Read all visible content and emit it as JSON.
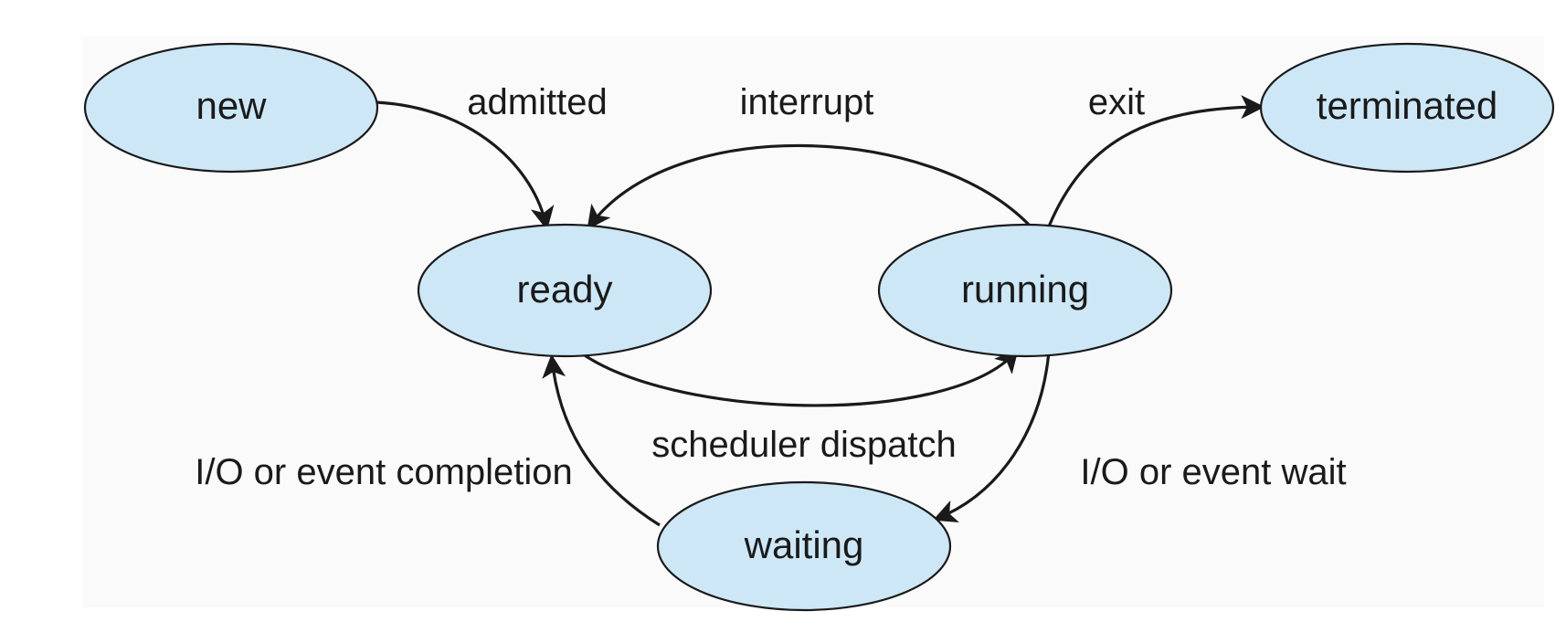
{
  "colors": {
    "state_fill": "#cde7f7",
    "outline": "#1a1a1a",
    "background": "#fafafa"
  },
  "states": {
    "new": "new",
    "ready": "ready",
    "running": "running",
    "waiting": "waiting",
    "terminated": "terminated"
  },
  "transitions": {
    "admitted": "admitted",
    "interrupt": "interrupt",
    "exit": "exit",
    "scheduler_dispatch": "scheduler dispatch",
    "io_event_completion": "I/O or event completion",
    "io_event_wait": "I/O or event wait"
  }
}
